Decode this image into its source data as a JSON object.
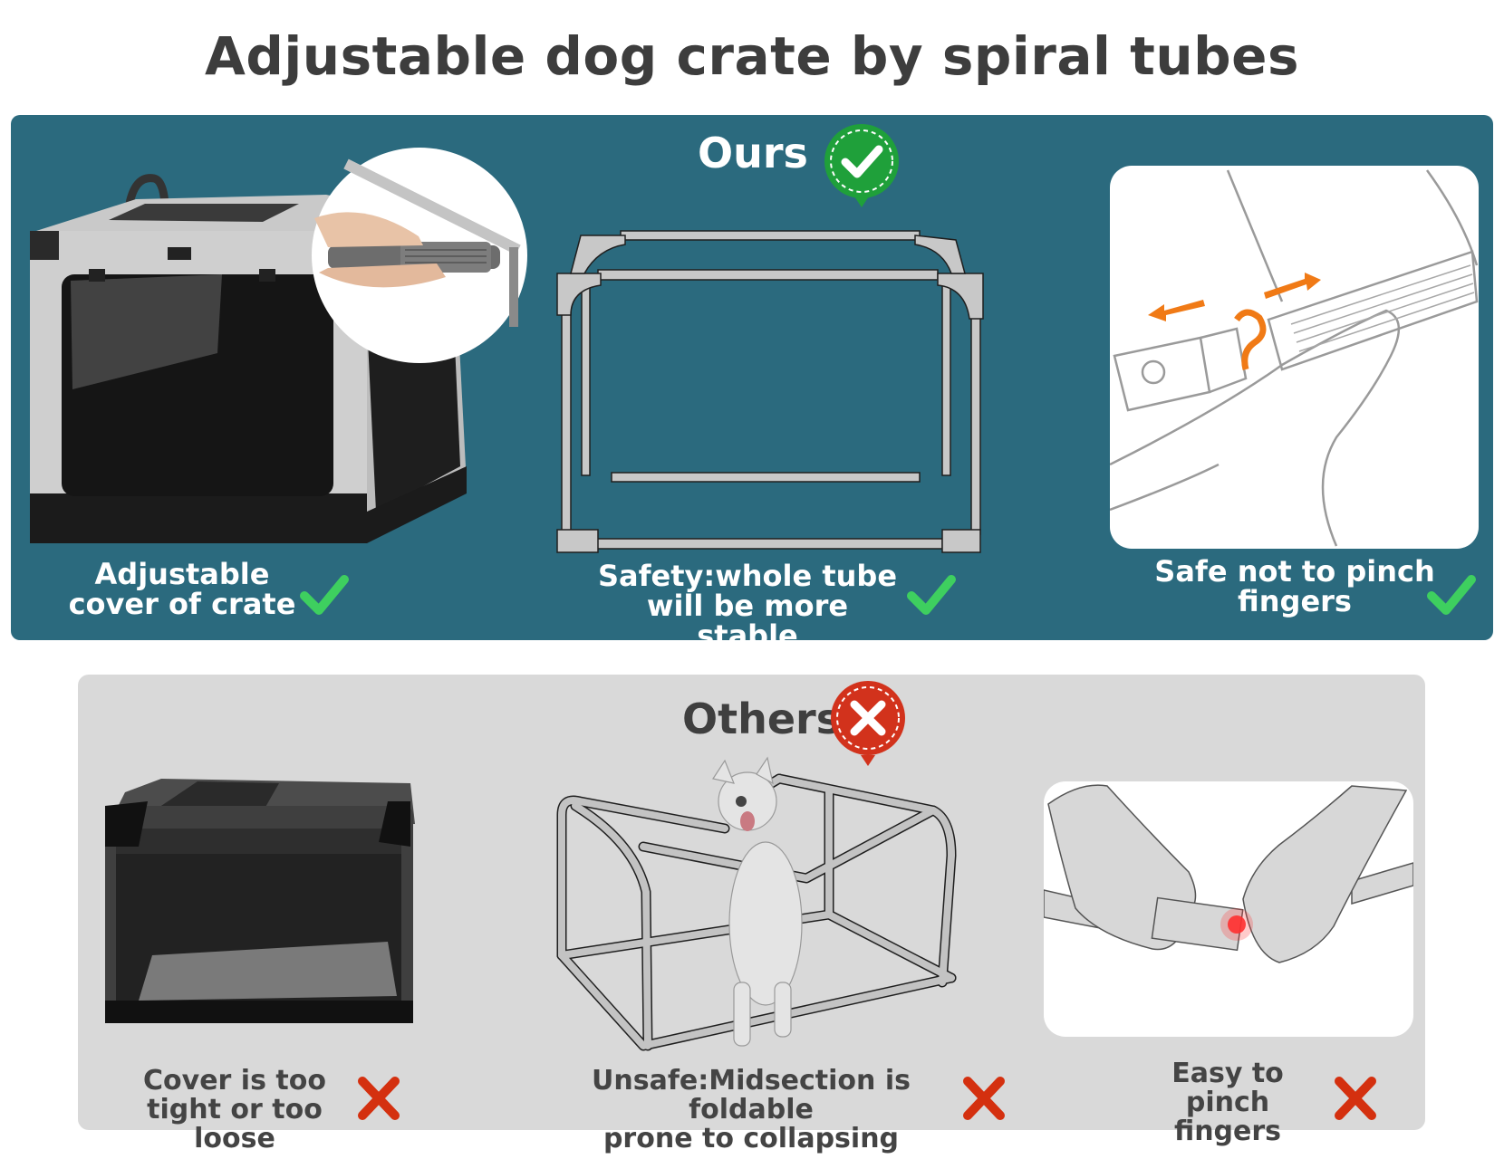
{
  "title": "Adjustable dog crate by spiral tubes",
  "colors": {
    "teal_panel": "#2b6a7e",
    "gray_panel": "#d9d9d9",
    "check_green": "#3ecf5f",
    "badge_green": "#1fa03a",
    "badge_red": "#d2321c",
    "cross_red": "#d4300f",
    "arrow_orange": "#f07a16",
    "title_text": "#3d3d3d"
  },
  "ours": {
    "heading": "Ours",
    "badge_icon": "check-badge-icon",
    "items": [
      {
        "image": "gray-soft-crate-with-tube-closeup",
        "caption_line1": "Adjustable",
        "caption_line2": "cover of crate",
        "mark_icon": "check-icon"
      },
      {
        "image": "whole-tube-frame",
        "caption_line1": "Safety:whole tube",
        "caption_line2": "will be more stable",
        "mark_icon": "check-icon"
      },
      {
        "image": "spiral-tube-hand-illustration",
        "caption_line1": "Safe not to pinch",
        "caption_line2": "fingers",
        "mark_icon": "check-icon"
      }
    ]
  },
  "others": {
    "heading": "Others",
    "badge_icon": "cross-badge-icon",
    "items": [
      {
        "image": "black-soft-crate",
        "caption_line1": "Cover is too",
        "caption_line2": "tight or too loose",
        "mark_icon": "cross-icon"
      },
      {
        "image": "foldable-frame-with-dog",
        "caption_line1": "Unsafe:Midsection is foldable",
        "caption_line2": "prone to collapsing",
        "mark_icon": "cross-icon"
      },
      {
        "image": "pinching-hands-illustration",
        "caption_line1": "Easy to pinch",
        "caption_line2": "fingers",
        "mark_icon": "cross-icon"
      }
    ]
  }
}
